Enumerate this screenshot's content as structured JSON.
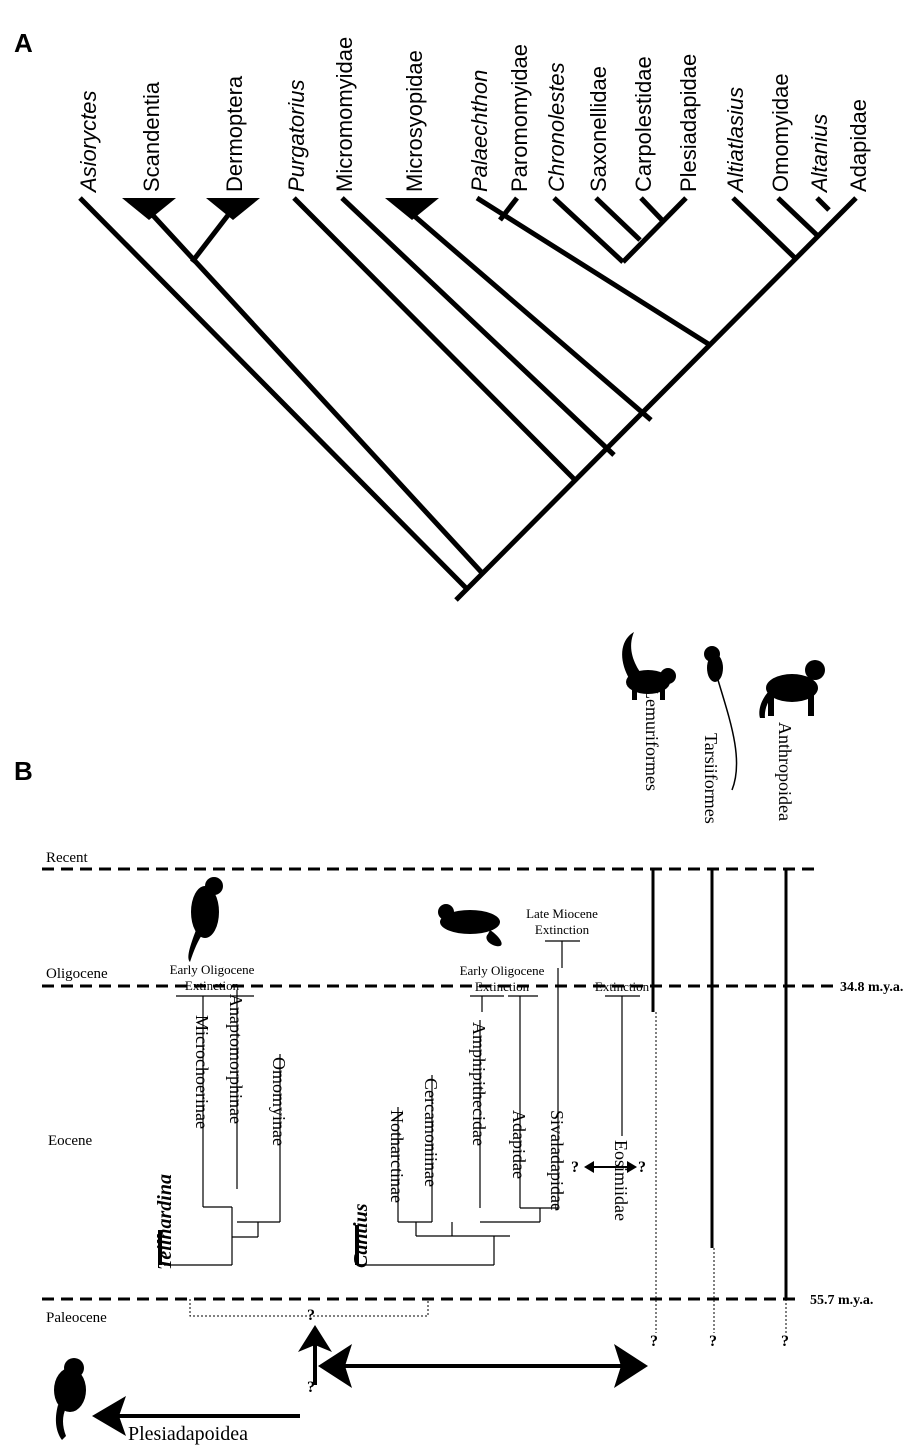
{
  "panel_a": {
    "label": "A",
    "taxa": [
      {
        "name": "Asioryctes",
        "italic": true
      },
      {
        "name": "Scandentia",
        "italic": false
      },
      {
        "name": "Dermoptera",
        "italic": false
      },
      {
        "name": "Purgatorius",
        "italic": true
      },
      {
        "name": "Micromomyidae",
        "italic": false
      },
      {
        "name": "Microsyopidae",
        "italic": false
      },
      {
        "name": "Palaechthon",
        "italic": true
      },
      {
        "name": "Paromomyidae",
        "italic": false
      },
      {
        "name": "Chronolestes",
        "italic": true
      },
      {
        "name": "Saxonellidae",
        "italic": false
      },
      {
        "name": "Carpolestidae",
        "italic": false
      },
      {
        "name": "Plesiadapidae",
        "italic": false
      },
      {
        "name": "Altiatlasius",
        "italic": true
      },
      {
        "name": "Omomyidae",
        "italic": false
      },
      {
        "name": "Altanius",
        "italic": true
      },
      {
        "name": "Adapidae",
        "italic": false
      }
    ]
  },
  "panel_b": {
    "label": "B",
    "epochs": [
      "Recent",
      "Oligocene",
      "Eocene",
      "Paleocene"
    ],
    "ages": [
      "34.8 m.y.a.",
      "55.7 m.y.a."
    ],
    "crown_groups": [
      "Lemuriformes",
      "Tarsiiformes",
      "Anthropoidea"
    ],
    "omomyiform_clades": [
      "Microchoerinae",
      "Anaptomorphinae",
      "Omomyinae"
    ],
    "adapiform_clades": [
      "Notharctinae",
      "Cercamoniinae",
      "Amphipithecidae",
      "Adapidae",
      "Sivaladapidae"
    ],
    "eosimiid": "Eosimiidae",
    "basal_genera": [
      "Teilhardina",
      "Cantius"
    ],
    "extinctions": {
      "early_oligocene": [
        "Early Oligocene",
        "Extinction"
      ],
      "early_oligocene_2": [
        "Early Oligocene",
        "Extinction"
      ],
      "late_miocene": [
        "Late Miocene",
        "Extinction"
      ],
      "eosimiid": "Extinction"
    },
    "question_mark": "?",
    "outgroup": "Plesiadapoidea"
  }
}
